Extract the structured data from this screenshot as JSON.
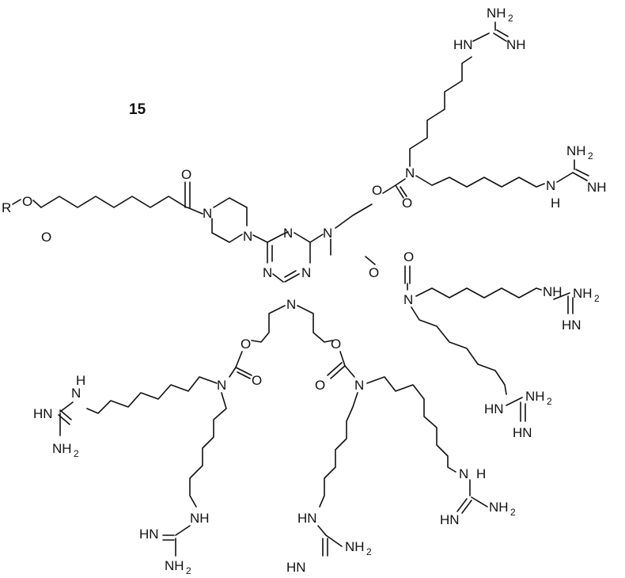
{
  "compound_label": "15",
  "terminal_group": "R",
  "labels": {
    "O": "O",
    "N": "N",
    "NH": "NH",
    "HN": "HN",
    "H": "H",
    "NH2_base": "NH",
    "sub2": "2"
  }
}
